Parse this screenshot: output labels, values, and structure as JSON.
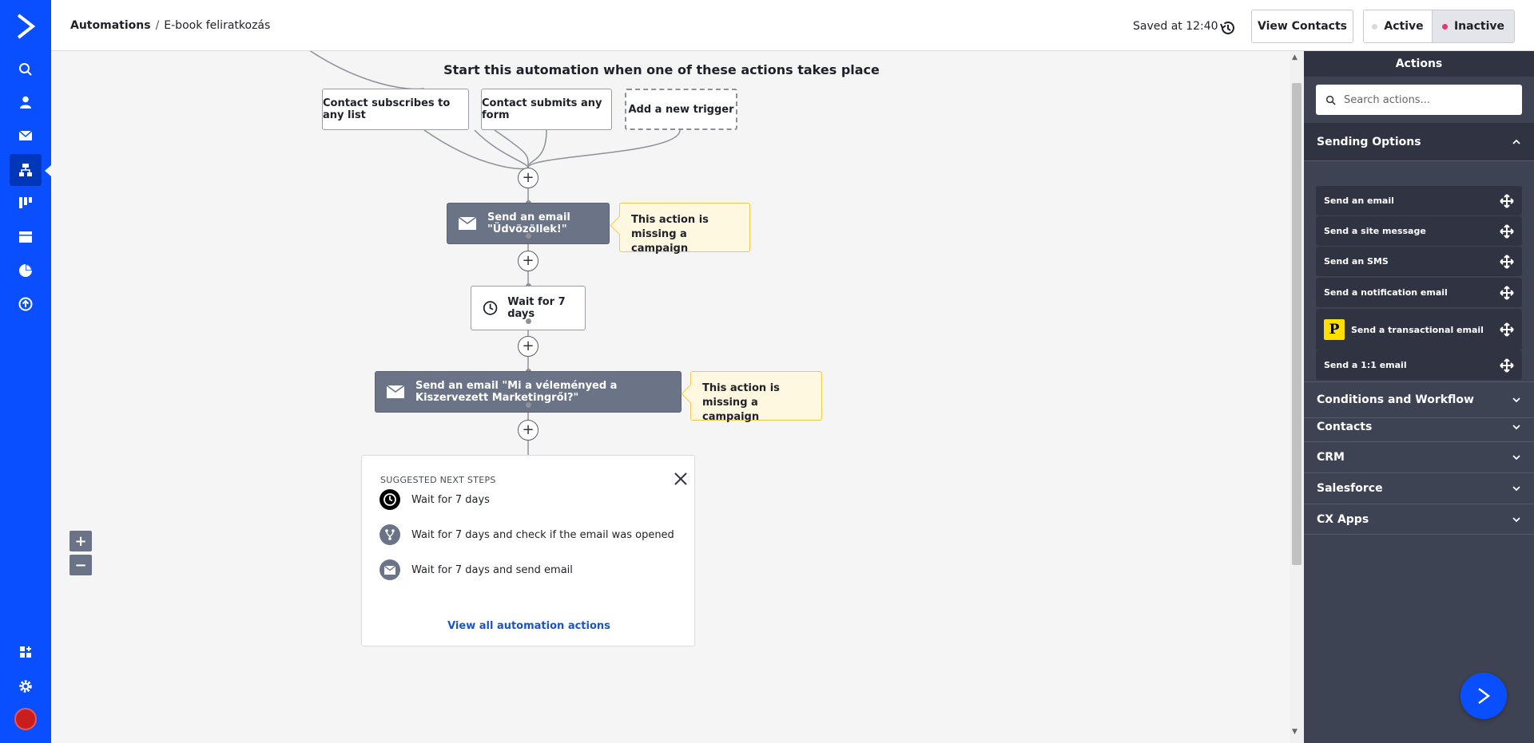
{
  "header": {
    "breadcrumb_root": "Automations",
    "breadcrumb_sep": "/",
    "breadcrumb_current": "E-book feliratkozás",
    "saved_text": "Saved at 12:40",
    "view_contacts": "View Contacts",
    "status_active": "Active",
    "status_inactive": "Inactive",
    "status_active_color": "#d6d9e0",
    "status_inactive_color": "#e6386b"
  },
  "canvas": {
    "trigger_title": "Start this automation when one of these actions takes place",
    "triggers": [
      "Contact subscribes to any list",
      "Contact submits any form",
      "Add a new trigger"
    ],
    "step1_label": "Send an email \"Üdvözöllek!\"",
    "step1_warning": "This action is missing a campaign",
    "wait_label": "Wait for 7 days",
    "step3_label": "Send an email \"Mi a véleményed a Kiszervezett Marketingről?\"",
    "step3_warning": "This action is missing a campaign",
    "plus": "+",
    "zoom_in": "+",
    "zoom_out": "−"
  },
  "suggest": {
    "title": "SUGGESTED NEXT STEPS",
    "items": [
      "Wait for 7 days",
      "Wait for 7 days and check if the email was opened",
      "Wait for 7 days and send email"
    ],
    "link": "View all automation actions"
  },
  "panel": {
    "title": "Actions",
    "search_placeholder": "Search actions...",
    "sending_options": "Sending Options",
    "actions": [
      "Send an email",
      "Send a site message",
      "Send an SMS",
      "Send a notification email",
      "Send a transactional email",
      "Send a 1:1 email"
    ],
    "transactional_logo": "P",
    "sections": [
      "Conditions and Workflow",
      "Contacts",
      "CRM",
      "Salesforce",
      "CX Apps"
    ]
  }
}
